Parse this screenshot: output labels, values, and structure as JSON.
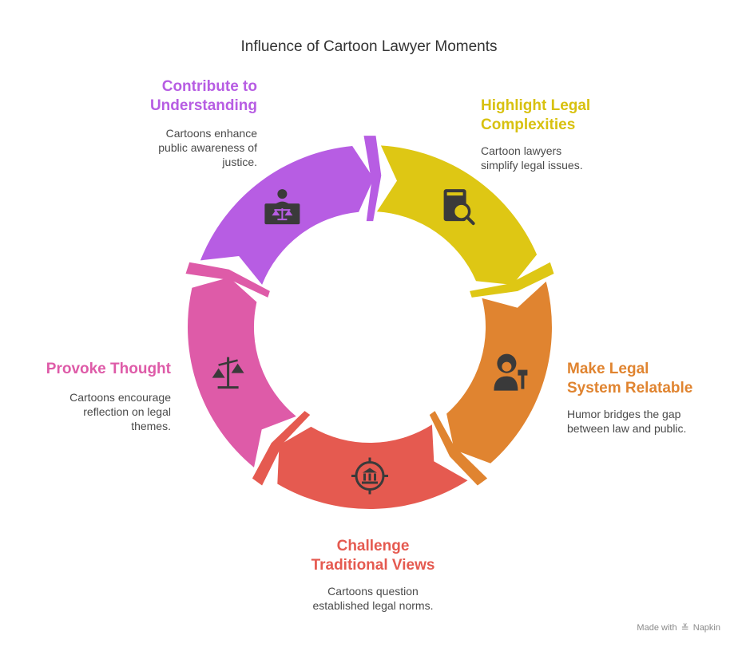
{
  "title": "Influence of Cartoon Lawyer Moments",
  "segments": [
    {
      "id": "highlight",
      "heading_1": "Highlight Legal",
      "heading_2": "Complexities",
      "desc_1": "Cartoon lawyers",
      "desc_2": "simplify legal issues.",
      "color": "#DEC714",
      "icon": "law-book-search-icon"
    },
    {
      "id": "relatable",
      "heading_1": "Make Legal",
      "heading_2": "System Relatable",
      "desc_1": "Humor bridges the gap",
      "desc_2": "between law and public.",
      "color": "#E08430",
      "icon": "lawyer-with-gavel-icon"
    },
    {
      "id": "challenge",
      "heading_1": "Challenge",
      "heading_2": "Traditional Views",
      "desc_1": "Cartoons question",
      "desc_2": "established legal norms.",
      "color": "#E55A50",
      "icon": "courthouse-target-icon"
    },
    {
      "id": "provoke",
      "heading_1": "Provoke Thought",
      "heading_2": "",
      "desc_1": "Cartoons encourage",
      "desc_2": "reflection on legal",
      "desc_3": "themes.",
      "color": "#DE5BA8",
      "icon": "tilted-scales-icon"
    },
    {
      "id": "contribute",
      "heading_1": "Contribute to",
      "heading_2": "Understanding",
      "desc_1": "Cartoons enhance",
      "desc_2": "public awareness of",
      "desc_3": "justice.",
      "color": "#B75DE3",
      "icon": "judge-at-bench-icon"
    }
  ],
  "credit": {
    "made_with": "Made with",
    "brand": "Napkin"
  }
}
